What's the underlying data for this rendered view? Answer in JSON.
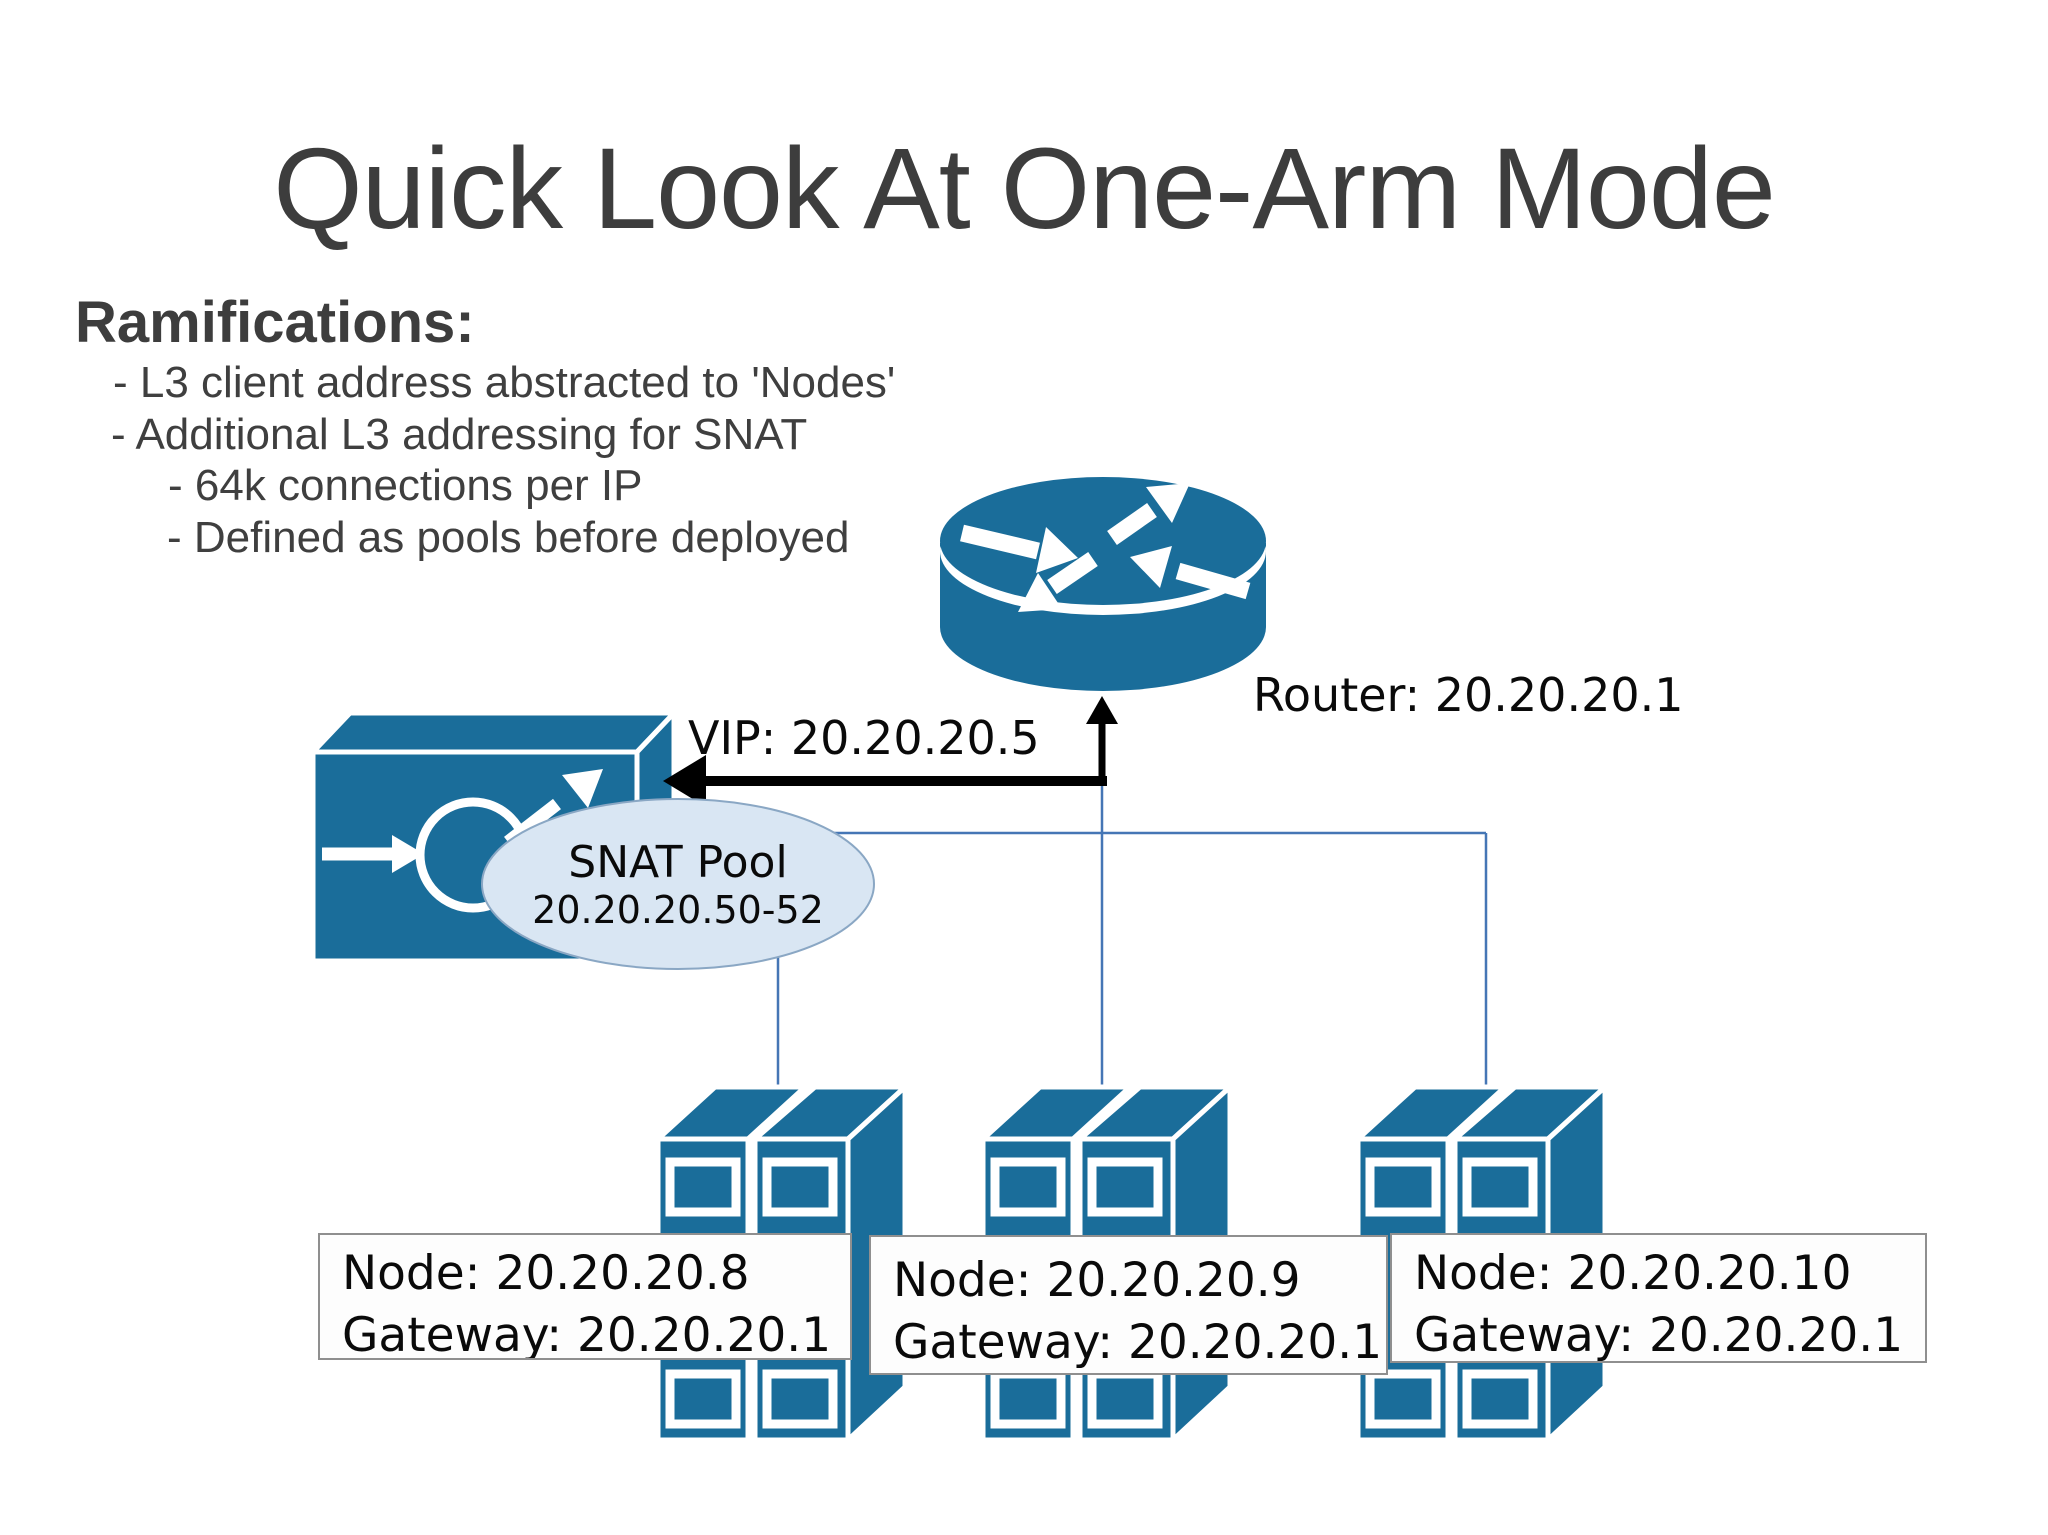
{
  "slide": {
    "title": "Quick Look At One-Arm Mode",
    "heading": "Ramifications:",
    "bullets": [
      "- L3 client address abstracted to 'Nodes'",
      "- Additional L3 addressing for SNAT",
      "- 64k connections per IP",
      "- Defined as pools before deployed"
    ]
  },
  "diagram": {
    "router_label": "Router: 20.20.20.1",
    "vip_label": "VIP: 20.20.20.5",
    "snat_pool": {
      "title": "SNAT Pool",
      "range": "20.20.20.50-52"
    },
    "nodes": [
      {
        "node": "Node: 20.20.20.8",
        "gateway": "Gateway: 20.20.20.1"
      },
      {
        "node": "Node: 20.20.20.9",
        "gateway": "Gateway: 20.20.20.1"
      },
      {
        "node": "Node: 20.20.20.10",
        "gateway": "Gateway: 20.20.20.1"
      }
    ],
    "icons": {
      "router": "router-icon",
      "load_balancer": "load-balancer-icon",
      "server": "server-icon",
      "vip_arrow": "vip-arrow-icon",
      "uplink_arrow": "router-uplink-arrow-icon"
    },
    "colors": {
      "device_blue": "#1a6d9a",
      "connector_blue": "#4576b5",
      "snat_fill": "#d9e6f3",
      "snat_border": "#8aa7c4",
      "arrow_black": "#000000",
      "title_gray": "#3d3d3d"
    }
  }
}
